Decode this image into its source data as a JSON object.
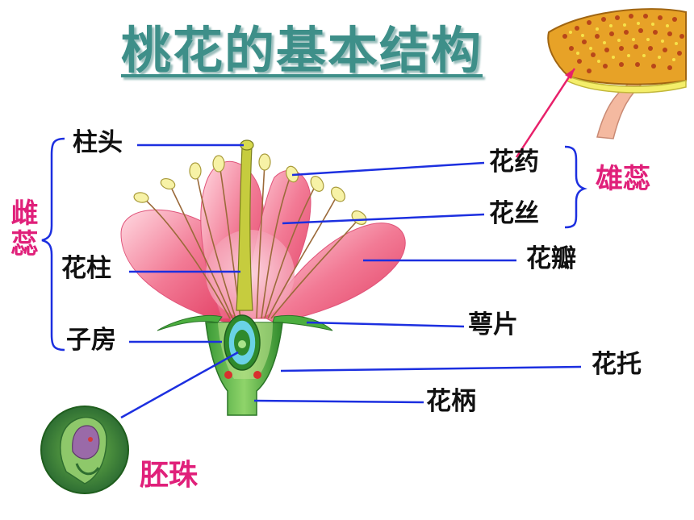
{
  "title": "桃花的基本结构",
  "labels": {
    "stigma": "柱头",
    "style": "花柱",
    "ovary": "子房",
    "anther": "花药",
    "filament": "花丝",
    "petal": "花瓣",
    "sepal": "萼片",
    "receptacle": "花托",
    "pedicel": "花柄",
    "ovule": "胚珠"
  },
  "groups": {
    "pistil": "雌蕊",
    "stamen": "雄蕊"
  },
  "colors": {
    "title": "#3e8f89",
    "group_label": "#e0207a",
    "pointer_line": "#1c2fe0",
    "anther_pointer": "#e8206a",
    "petal": "#f06a88",
    "sepal": "#3fa83a"
  }
}
